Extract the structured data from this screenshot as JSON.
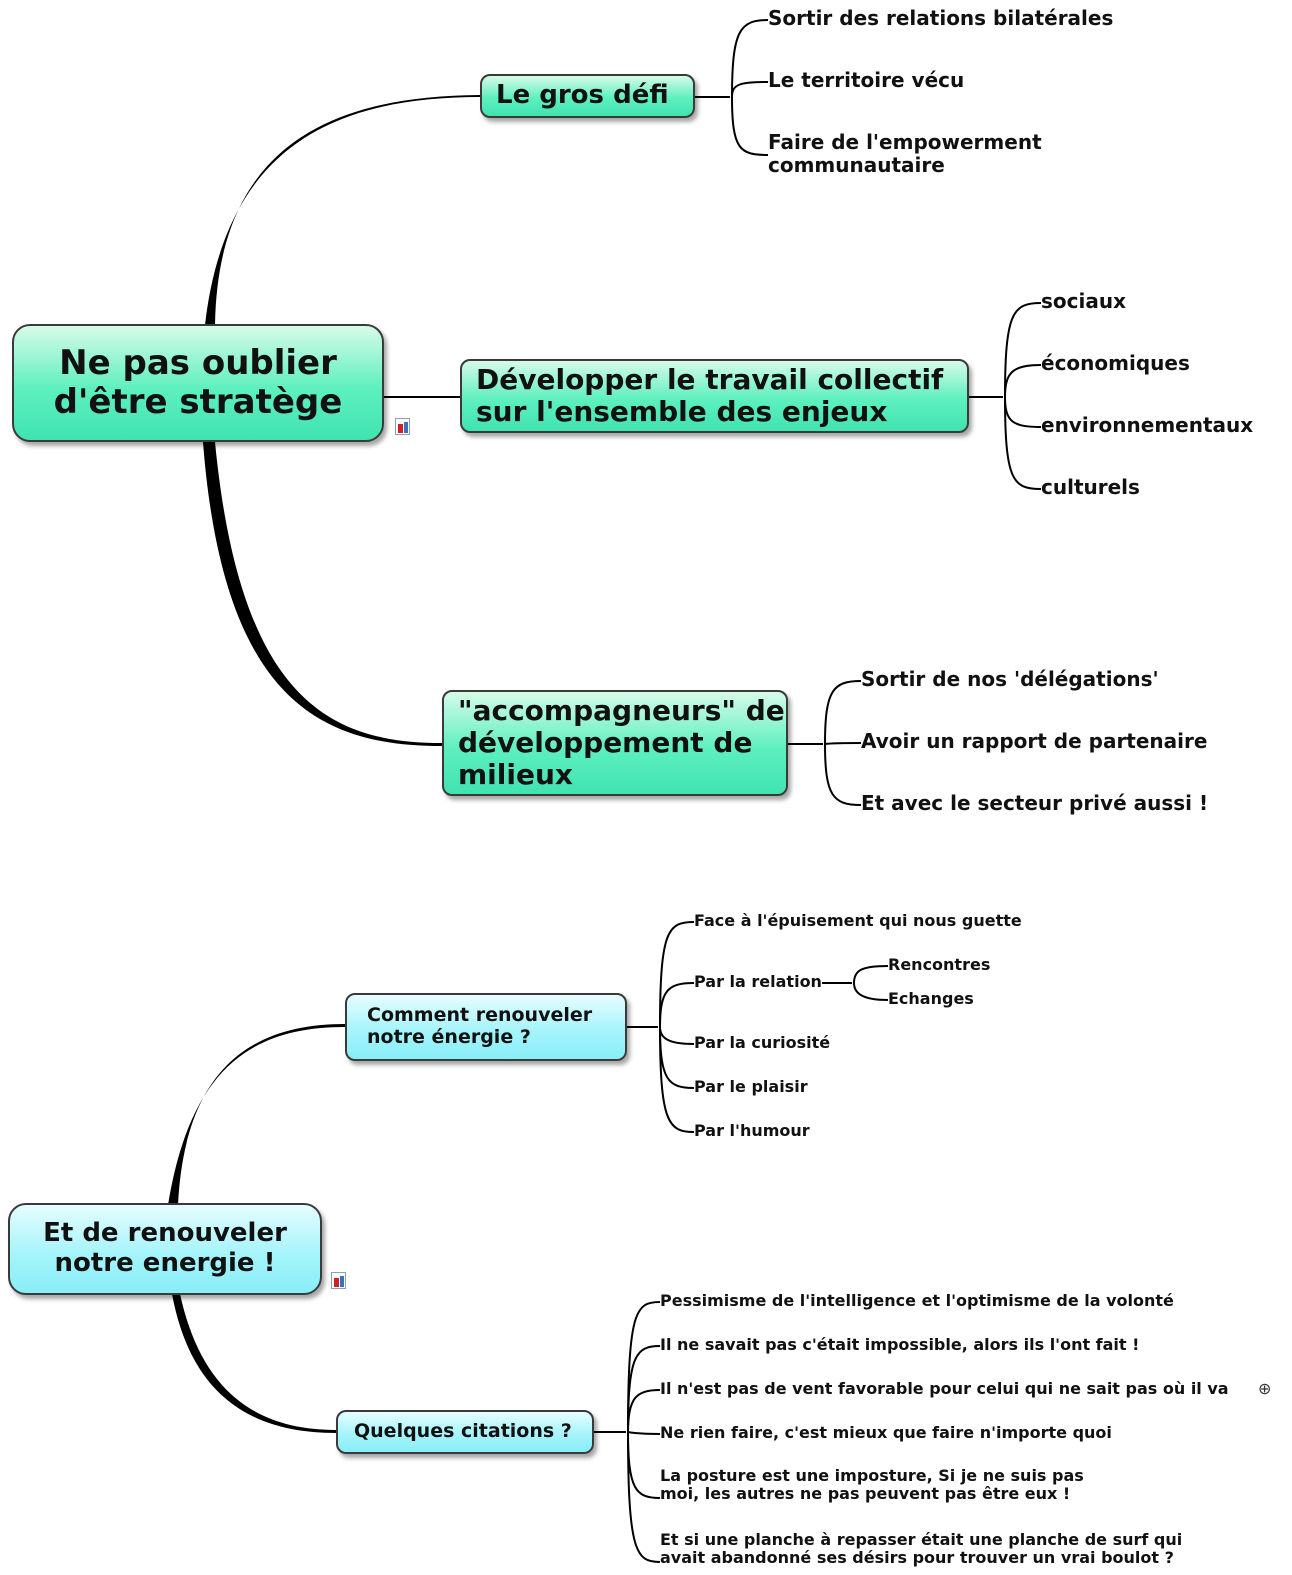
{
  "map1": {
    "central": "Ne pas oublier d'être stratège",
    "topics": [
      {
        "label": "Le gros défi",
        "children": [
          "Sortir des relations bilatérales",
          "Le territoire vécu",
          "Faire de l'empowerment communautaire"
        ]
      },
      {
        "label": "Développer le travail collectif sur l'ensemble des enjeux",
        "children": [
          "sociaux",
          "économiques",
          "environnementaux",
          "culturels"
        ]
      },
      {
        "label": "\"accompagneurs\" de développement de milieux",
        "children": [
          "Sortir de nos 'délégations'",
          "Avoir un rapport de partenaire",
          "Et avec le secteur privé aussi !"
        ]
      }
    ]
  },
  "map2": {
    "central": "Et de renouveler notre energie !",
    "topics": [
      {
        "label": "Comment renouveler notre énergie ?",
        "children": [
          "Face à l'épuisement qui nous guette",
          "Par la relation",
          "Par la curiosité",
          "Par le plaisir",
          "Par l'humour"
        ],
        "sub": [
          "Rencontres",
          "Echanges"
        ]
      },
      {
        "label": "Quelques citations ?",
        "children": [
          "Pessimisme de l'intelligence et l'optimisme de la volonté",
          "Il ne savait pas c'était impossible, alors ils l'ont fait !",
          "Il n'est pas de vent favorable pour celui qui ne sait pas où il va",
          "Ne rien faire, c'est mieux que faire n'importe quoi",
          "La posture est une imposture, Si je ne suis pas moi, les autres ne pas peuvent pas être eux !",
          "Et si une planche à repasser était une planche de surf qui avait abandonné ses désirs pour trouver un vrai boulot ?"
        ]
      }
    ]
  },
  "icons": {
    "note": "note-icon",
    "expand": "plus-circle-icon"
  },
  "colors": {
    "map1_topic": "#4bebb9",
    "map2_topic": "#9af2fa",
    "line": "#000000"
  }
}
